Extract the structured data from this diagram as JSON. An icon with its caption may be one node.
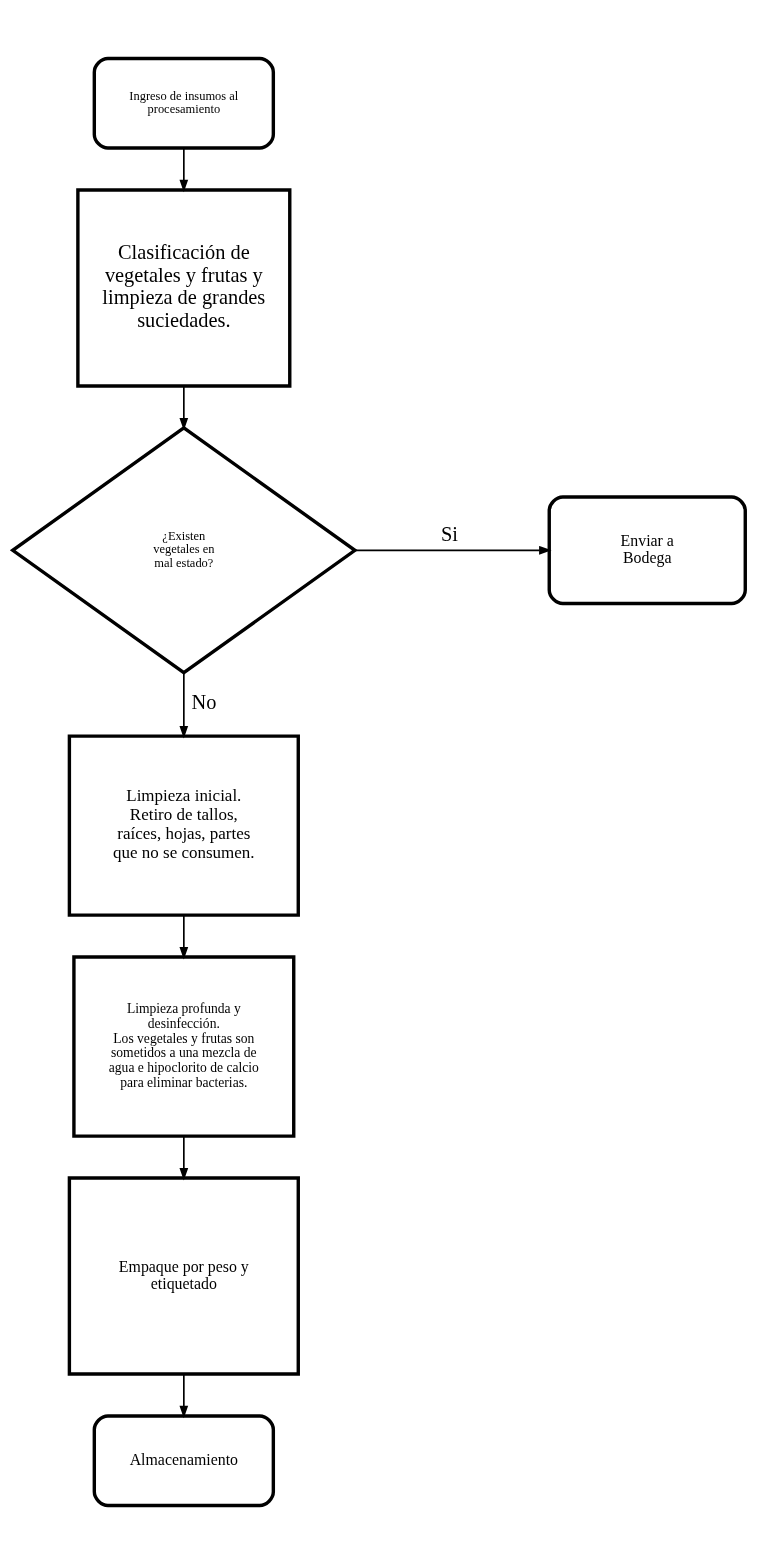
{
  "diagram": {
    "nodes": [
      {
        "text": [
          "Ingreso de insumos al procesamiento"
        ]
      },
      {
        "text": [
          "Clasificación de vegetales y frutas y limpieza de grandes suciedades."
        ]
      },
      {
        "text": [
          "¿Existen vegetales en mal estado?"
        ]
      },
      {
        "text": [
          "Enviar a Bodega"
        ]
      },
      {
        "text": [
          "Limpieza inicial.",
          "Retiro de tallos, raíces, hojas, partes que no se consumen."
        ]
      },
      {
        "text": [
          "Limpieza profunda y desinfección.",
          "Los vegetales y frutas son sometidos a una mezcla de agua e hipoclorito de calcio para eliminar bacterias."
        ]
      },
      {
        "text": [
          "Empaque por peso y etiquetado"
        ]
      },
      {
        "text": [
          "Almacenamiento"
        ]
      }
    ],
    "edges": [
      {
        "from": 0,
        "to": 1,
        "arrow": "to"
      },
      {
        "from": 1,
        "to": 2,
        "arrow": "to"
      },
      {
        "from": 2,
        "to": 3,
        "arrow": "to",
        "label": "Si"
      },
      {
        "from": 2,
        "to": 4,
        "arrow": "to",
        "label": "No"
      },
      {
        "from": 4,
        "to": 5,
        "arrow": "to"
      },
      {
        "from": 5,
        "to": 6,
        "arrow": "to"
      },
      {
        "from": 6,
        "to": 7,
        "arrow": "to"
      }
    ]
  }
}
